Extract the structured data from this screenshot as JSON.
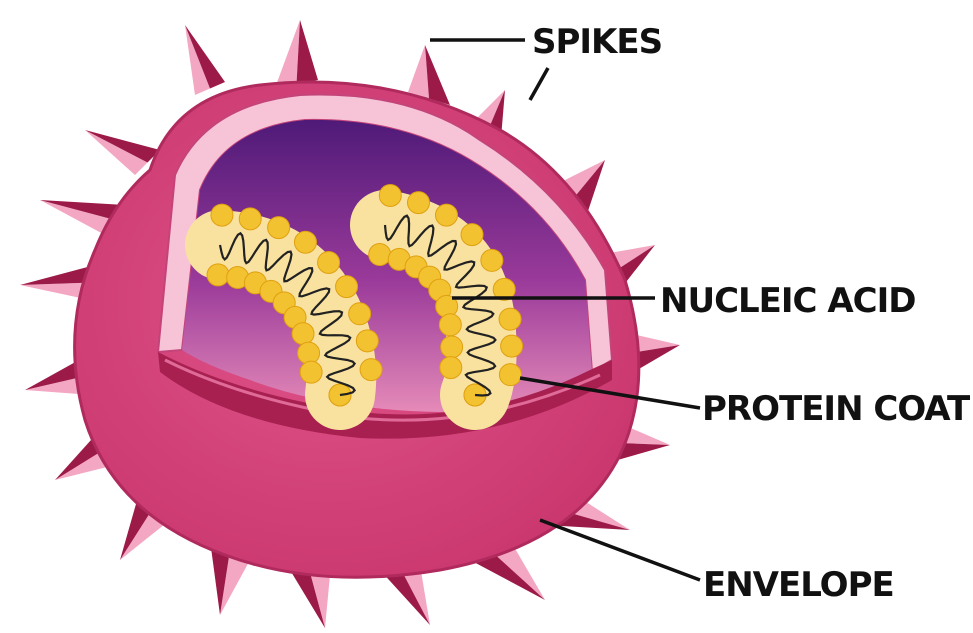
{
  "diagram": {
    "labels": {
      "spikes": "SPIKES",
      "nucleic_acid": "NUCLEIC ACID",
      "protein_coat": "PROTEIN COAT",
      "envelope": "ENVELOPE"
    },
    "colors": {
      "envelope": "#d8457e",
      "envelope_dark": "#a8204f",
      "spike_light": "#f3a7c3",
      "spike_dark": "#9c1a47",
      "rim_light": "#f7c3d6",
      "interior_top": "#4f1a78",
      "interior_bottom": "#e07ab0",
      "protein_bead": "#f2c230",
      "protein_band": "#f9e2a0",
      "nucleic_acid_line": "#222222",
      "label_line": "#111111"
    }
  }
}
